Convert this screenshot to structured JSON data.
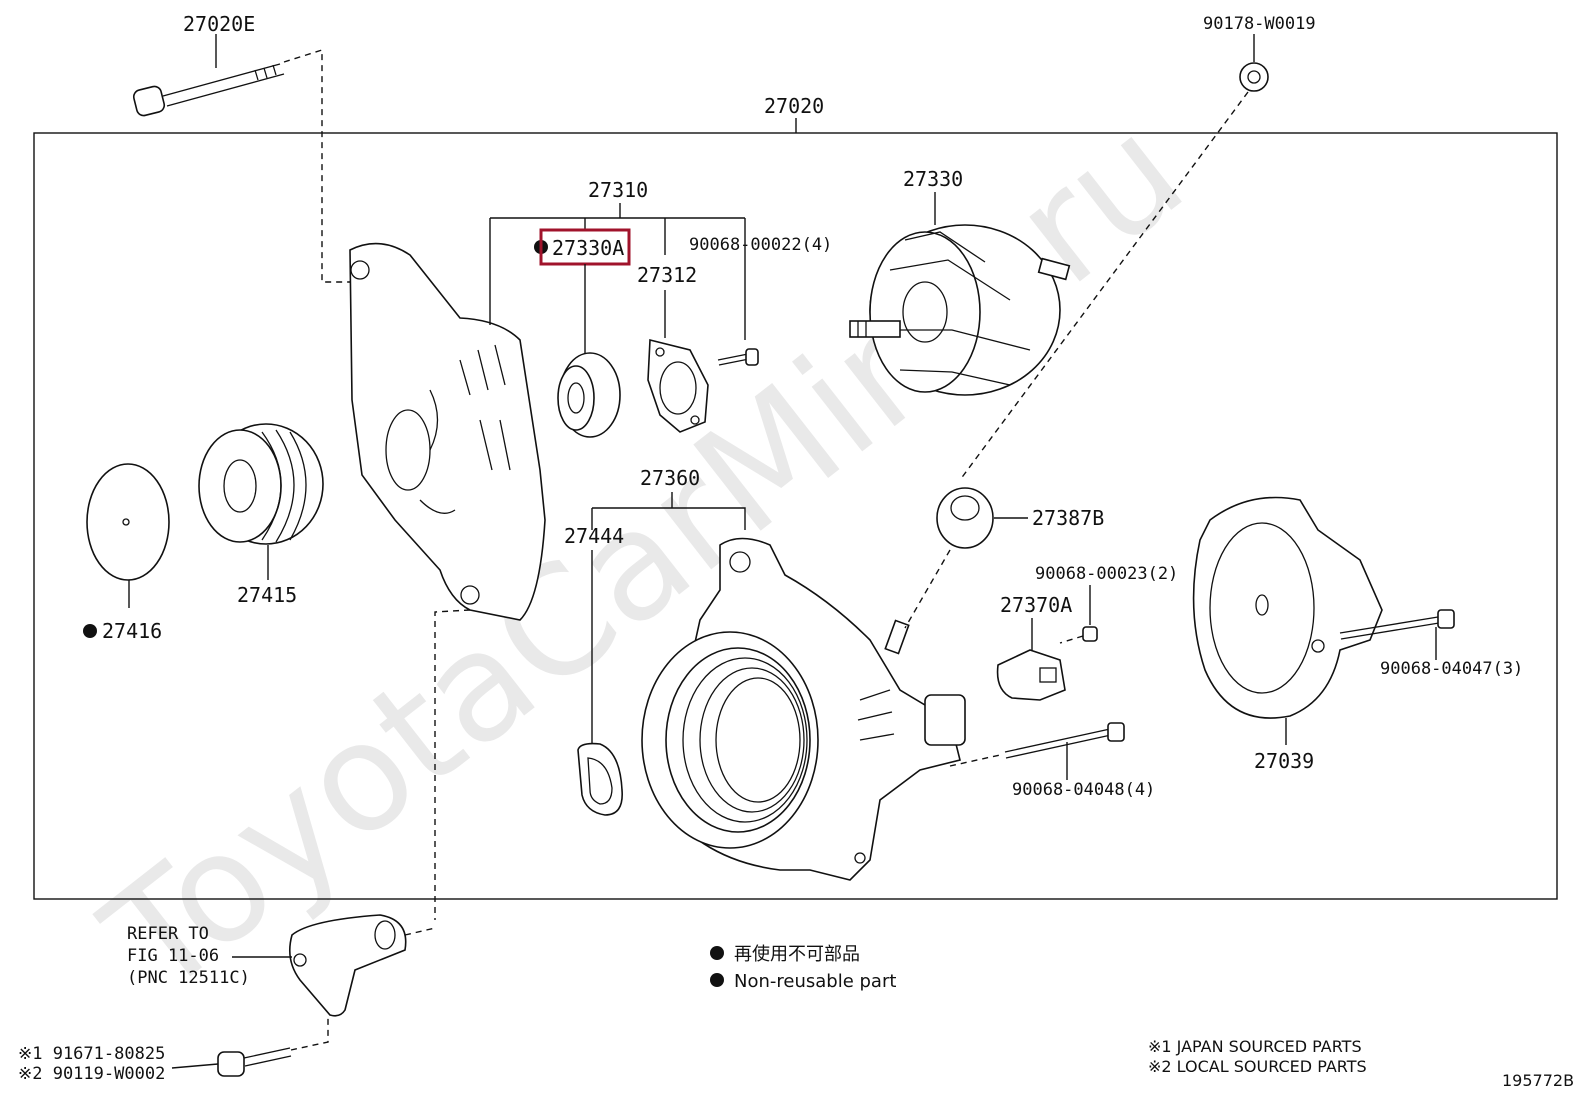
{
  "watermark": "ToyotaCarMine.ru",
  "assembly_label": "27020",
  "parts": {
    "p27020E": "27020E",
    "p90178": "90178-W0019",
    "p27310": "27310",
    "p27330A": "27330A",
    "p27312": "27312",
    "p90068_22": "90068-00022(4)",
    "p27330": "27330",
    "p27360": "27360",
    "p27444": "27444",
    "p27387B": "27387B",
    "p90068_23": "90068-00023(2)",
    "p27370A": "27370A",
    "p90068_47": "90068-04047(3)",
    "p90068_48": "90068-04048(4)",
    "p27039": "27039",
    "p27415": "27415",
    "p27416": "27416"
  },
  "refer": {
    "line1": "REFER TO",
    "line2": "FIG 11-06",
    "line3": "(PNC 12511C)"
  },
  "bolts": {
    "b1": "※1 91671-80825",
    "b2": "※2 90119-W0002"
  },
  "legend": {
    "jp": "再使用不可部品",
    "en": "Non-reusable part"
  },
  "sourcing": {
    "s1": "※1  JAPAN SOURCED PARTS",
    "s2": "※2  LOCAL SOURCED PARTS"
  },
  "figure_id": "195772B",
  "highlight_color": "#a0132b"
}
